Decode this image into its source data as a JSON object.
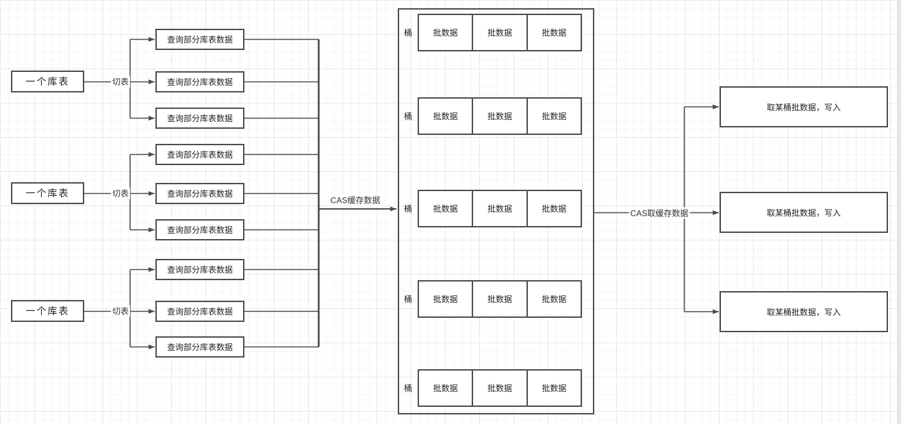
{
  "colors": {
    "stroke": "#4d4d4d",
    "text": "#222222",
    "background": "#ffffff",
    "grid_minor": "#f5f5f5",
    "grid_major": "#e9e9e9",
    "canvas_edge_strip": "#e4e4e4"
  },
  "sources": [
    "一个库表",
    "一个库表",
    "一个库表"
  ],
  "split_labels": [
    "切表",
    "切表",
    "切表"
  ],
  "query_boxes": [
    "查询部分库表数据",
    "查询部分库表数据",
    "查询部分库表数据",
    "查询部分库表数据",
    "查询部分库表数据",
    "查询部分库表数据",
    "查询部分库表数据",
    "查询部分库表数据",
    "查询部分库表数据"
  ],
  "edges": {
    "cache_write_label": "CAS缓存数据",
    "cache_read_label": "CAS取缓存数据"
  },
  "cache": {
    "buckets": [
      {
        "label": "桶",
        "cells": [
          "批数据",
          "批数据",
          "批数据"
        ]
      },
      {
        "label": "桶",
        "cells": [
          "批数据",
          "批数据",
          "批数据"
        ]
      },
      {
        "label": "桶",
        "cells": [
          "批数据",
          "批数据",
          "批数据"
        ]
      },
      {
        "label": "桶",
        "cells": [
          "批数据",
          "批数据",
          "批数据"
        ]
      },
      {
        "label": "桶",
        "cells": [
          "批数据",
          "批数据",
          "批数据"
        ]
      }
    ]
  },
  "outputs": [
    "取某桶批数据，写入",
    "取某桶批数据，写入",
    "取某桶批数据，写入"
  ]
}
